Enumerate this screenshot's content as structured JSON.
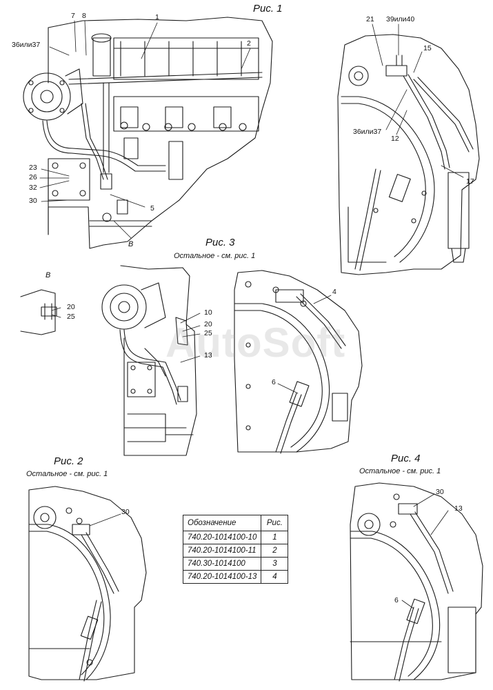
{
  "figures": {
    "fig1": {
      "title": "Рис. 1"
    },
    "fig2": {
      "title": "Рис. 2",
      "subtitle": "Остальное - см. рис. 1"
    },
    "fig3": {
      "title": "Рис. 3",
      "subtitle": "Остальное - см. рис. 1"
    },
    "fig4": {
      "title": "Рис. 4",
      "subtitle": "Остальное - см. рис. 1"
    }
  },
  "callouts": {
    "c1": "1",
    "c2": "2",
    "c7": "7",
    "c8": "8",
    "c36a": "36или37",
    "c23": "23",
    "c26": "26",
    "c32": "32",
    "c30a": "30",
    "c5": "5",
    "cB": "B",
    "c21": "21",
    "c3940": "39или40",
    "c15": "15",
    "c36b": "36или37",
    "c12": "12",
    "c17": "17",
    "c10": "10",
    "c20a": "20",
    "c25a": "25",
    "c13a": "13",
    "c4": "4",
    "c6a": "6",
    "cB2": "B",
    "c20b": "20",
    "c25b": "25",
    "c30b": "30",
    "c30c": "30",
    "c13b": "13",
    "c6b": "6"
  },
  "watermark": "AutoSoft",
  "spec_table": {
    "headers": {
      "designation": "Обозначение",
      "figure": "Рис."
    },
    "rows": [
      {
        "designation": "740.20-1014100-10",
        "figure": "1"
      },
      {
        "designation": "740.20-1014100-11",
        "figure": "2"
      },
      {
        "designation": "740.30-1014100",
        "figure": "3"
      },
      {
        "designation": "740.20-1014100-13",
        "figure": "4"
      }
    ]
  }
}
